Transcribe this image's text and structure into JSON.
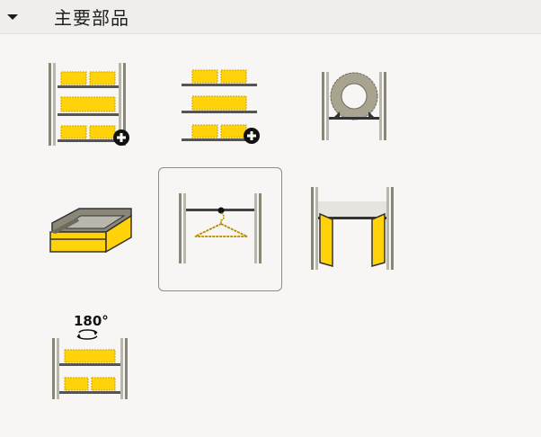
{
  "panel": {
    "title": "主要部品",
    "expanded": true,
    "selected_index": 4
  },
  "parts": [
    {
      "name": "shelving-add-icon"
    },
    {
      "name": "shelves-add-icon"
    },
    {
      "name": "tire-rack-icon"
    },
    {
      "name": "drawer-tray-icon"
    },
    {
      "name": "hanging-rod-icon"
    },
    {
      "name": "corner-panel-icon"
    },
    {
      "name": "rotated-shelving-icon",
      "label": "180°"
    }
  ],
  "colors": {
    "accent_yellow": "#ffd20a",
    "frame_gray": "#8a8779",
    "selection_border": "#8d8d8d"
  }
}
